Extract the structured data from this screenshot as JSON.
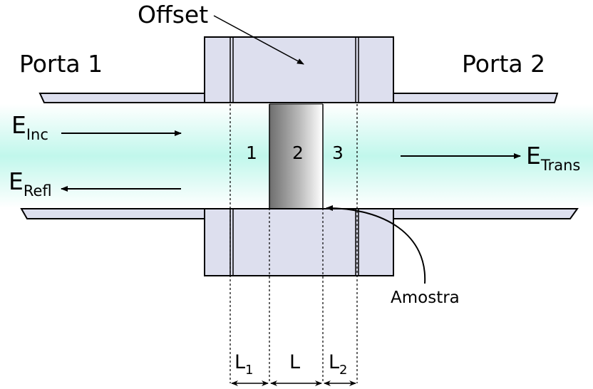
{
  "labels": {
    "port1": "Porta 1",
    "port2": "Porta 2",
    "offset": "Offset",
    "e_inc": "E",
    "e_inc_sub": "Inc",
    "e_refl": "E",
    "e_refl_sub": "Refl",
    "e_trans": "E",
    "e_trans_sub": "Trans",
    "region1": "1",
    "region2": "2",
    "region3": "3",
    "sample": "Amostra",
    "l1": "L",
    "l1_sub": "1",
    "l": "L",
    "l2": "L",
    "l2_sub": "2"
  },
  "colors": {
    "flange_fill": "#dddfee",
    "wave_core": "#8ef0dc",
    "wave_edge": "#ffffff",
    "sample_dark": "#6e6e6e",
    "sample_light": "#ffffff",
    "stroke": "#000000"
  }
}
